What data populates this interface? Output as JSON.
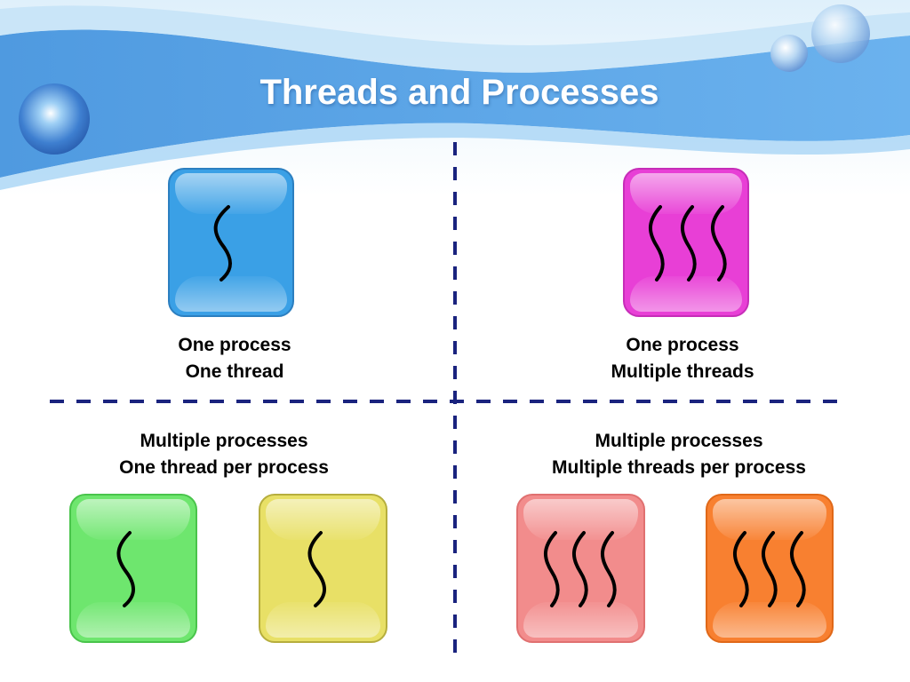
{
  "title": "Threads and Processes",
  "colors": {
    "banner_blue": "#5ea8e8",
    "divider": "#1a237e",
    "process_blue": "#3aa0e6",
    "process_magenta": "#e83fd6",
    "process_green": "#6ee66e",
    "process_yellow": "#e8e066",
    "process_pink": "#f28c8c",
    "process_orange": "#f88030"
  },
  "quadrants": [
    {
      "lines": [
        "One process",
        "One thread"
      ]
    },
    {
      "lines": [
        "One process",
        "Multiple threads"
      ]
    },
    {
      "lines": [
        "Multiple processes",
        "One thread per process"
      ]
    },
    {
      "lines": [
        "Multiple processes",
        "Multiple threads per process"
      ]
    }
  ]
}
